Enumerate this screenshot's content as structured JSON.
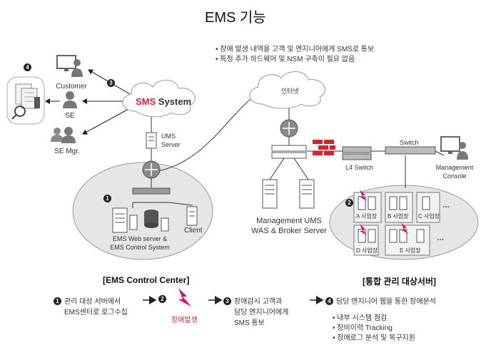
{
  "title": "EMS 기능",
  "notes": [
    "장애 발생 내역을 고객 및 엔지니어에게 SMS로 통보",
    "특정 추가 하드웨어 및 NSM 구축이 필요 없음"
  ],
  "sms_system": {
    "label_red": "SMS",
    "label_dark": " System"
  },
  "recipients": {
    "customer": "Customer",
    "se": "SE",
    "se_mgr": "SE Mgr."
  },
  "ums_server": {
    "line1": "UMS",
    "line2": "Server"
  },
  "internet": "인터넷",
  "switch": "Switch",
  "l4_switch": "L4 Switch",
  "management_console": {
    "line1": "Management",
    "line2": "Console"
  },
  "ems_server": {
    "line1": "EMS Web server &",
    "line2": "EMS Control System"
  },
  "client": "Client",
  "management_ums": {
    "line1": "Management UMS",
    "line2": "WAS & Broker Server"
  },
  "sites": [
    "A 사업장",
    "B 사업장",
    "C 사업장",
    "D 사업장",
    "E 사업장"
  ],
  "ellipsis": "...",
  "markers": [
    "1",
    "2",
    "3",
    "4"
  ],
  "sections": {
    "control_center": "[EMS Control Center]",
    "managed_servers": "[통합 관리 대상서버]"
  },
  "steps": {
    "s1": {
      "num": "1",
      "line1": "관리 대상 서버에서",
      "line2": "EMS센터로 로그수집"
    },
    "s2": {
      "num": "2",
      "label": "장애발생"
    },
    "s3": {
      "num": "3",
      "line1": "장애감시 고객과",
      "line2": "담당 엔지니어에게",
      "line3": "SMS 통보"
    },
    "s4": {
      "num": "4",
      "line1": "담당 엔지니어 웹을 통한 장애분석"
    }
  },
  "step4_bullets": [
    "내부 시스템 점검",
    "장비이력  Tracking",
    "장애로그 분석 및 복구지원"
  ],
  "colors": {
    "accent_red": "#e01e2d",
    "pink": "#e6006e",
    "firewall": "#d8232a",
    "ellipse_fill": "#e6e6e6"
  }
}
